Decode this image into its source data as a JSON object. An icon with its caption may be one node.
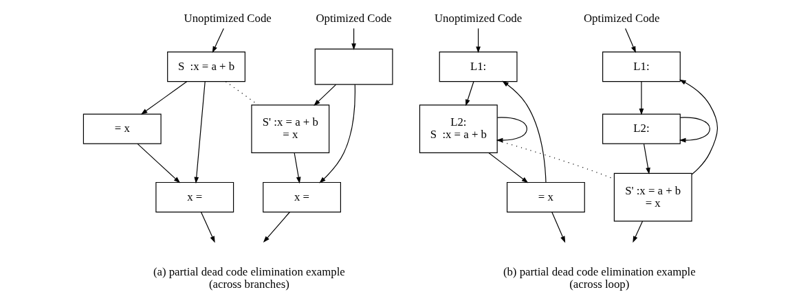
{
  "diagram": {
    "nodes": [
      {
        "text": [
          "Unoptimized Code"
        ]
      },
      {
        "text": [
          "S  :x = a + b"
        ]
      },
      {
        "text": [
          "= x"
        ]
      },
      {
        "text": [
          "x ="
        ]
      },
      {
        "text": [
          "Optimized Code"
        ]
      },
      {
        "text": [],
        "shape": "box"
      },
      {
        "text": [
          "S' :x = a + b",
          "= x"
        ]
      },
      {
        "text": [
          "x ="
        ]
      },
      {
        "text": [
          "Unoptimized Code"
        ]
      },
      {
        "text": [
          "L1:"
        ]
      },
      {
        "text": [
          "L2:",
          "S  :x = a + b"
        ]
      },
      {
        "text": [
          "= x"
        ]
      },
      {
        "text": [
          "Optimized Code"
        ]
      },
      {
        "text": [
          "L1:"
        ]
      },
      {
        "text": [
          "L2:"
        ]
      },
      {
        "text": [
          "S' :x = a + b",
          "= x"
        ]
      }
    ],
    "edges": [
      {
        "from": 0,
        "to": 1,
        "arrow": "to"
      },
      {
        "from": 1,
        "to": 2,
        "arrow": "to"
      },
      {
        "from": 1,
        "to": 3,
        "arrow": "to"
      },
      {
        "from": 2,
        "to": 3,
        "arrow": "to"
      },
      {
        "from": 3,
        "to": null,
        "arrow": "to"
      },
      {
        "from": 4,
        "to": 5,
        "arrow": "to"
      },
      {
        "from": 5,
        "to": 6,
        "arrow": "to"
      },
      {
        "from": 5,
        "to": 7,
        "arrow": "to"
      },
      {
        "from": 6,
        "to": 7,
        "arrow": "to"
      },
      {
        "from": 7,
        "to": null,
        "arrow": "to"
      },
      {
        "from": 1,
        "to": 6,
        "arrow": "none",
        "style": "dashed"
      },
      {
        "from": 8,
        "to": 9,
        "arrow": "to"
      },
      {
        "from": 9,
        "to": 10,
        "arrow": "to"
      },
      {
        "from": 10,
        "to": 10,
        "arrow": "to"
      },
      {
        "from": 10,
        "to": 11,
        "arrow": "to"
      },
      {
        "from": 11,
        "to": 9,
        "arrow": "to"
      },
      {
        "from": 11,
        "to": null,
        "arrow": "to"
      },
      {
        "from": 12,
        "to": 13,
        "arrow": "to"
      },
      {
        "from": 13,
        "to": 14,
        "arrow": "to"
      },
      {
        "from": 14,
        "to": 14,
        "arrow": "to"
      },
      {
        "from": 14,
        "to": 15,
        "arrow": "to"
      },
      {
        "from": 15,
        "to": 13,
        "arrow": "to"
      },
      {
        "from": 15,
        "to": null,
        "arrow": "to"
      },
      {
        "from": 10,
        "to": 15,
        "arrow": "none",
        "style": "dashed"
      }
    ],
    "labels": [
      "(a) partial dead code elimination example (across branches)",
      "(b) partial dead code elimination example (across loop)"
    ]
  }
}
